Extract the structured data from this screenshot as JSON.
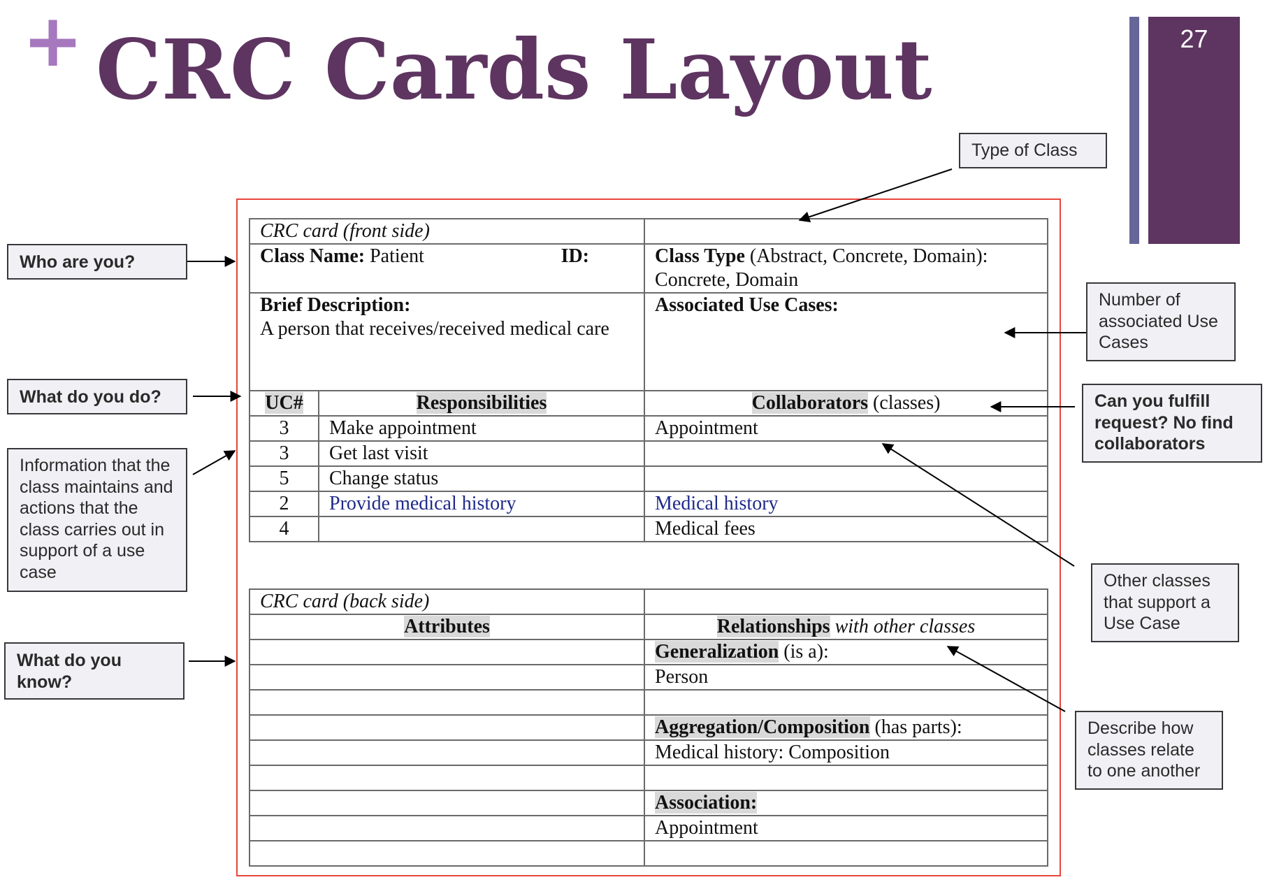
{
  "slide": {
    "plus": "+",
    "title": "CRC Cards Layout",
    "page_number": "27"
  },
  "callouts": {
    "type_of_class": "Type of Class",
    "who_are_you": "Who are you?",
    "what_do_you_do": "What do you do?",
    "information": "Information that the class maintains and actions that the class carries out in support of a  use case",
    "what_do_you_know": "What do you know?",
    "num_use_cases": "Number of associated Use Cases",
    "fulfill_request": "Can you fulfill request? No find collaborators",
    "other_classes": "Other classes that support a Use Case",
    "describe_relate": "Describe how classes relate to one another"
  },
  "front": {
    "side_label": "CRC card (front side)",
    "class_name_label": "Class Name:",
    "class_name_value": " Patient",
    "id_label": "ID:",
    "class_type_label": "Class Type",
    "class_type_options": " (Abstract, Concrete, Domain):",
    "class_type_value": "Concrete, Domain",
    "brief_label": "Brief  Description:",
    "brief_value": "A person that receives/received medical care",
    "assoc_uc_label": "Associated Use Cases:",
    "headers": {
      "uc": "UC#",
      "resp": "Responsibilities",
      "collab": "Collaborators",
      "collab_suffix": " (classes)"
    },
    "rows": [
      {
        "uc": "3",
        "resp": "Make appointment",
        "collab": "Appointment"
      },
      {
        "uc": "3",
        "resp": "Get last visit",
        "collab": ""
      },
      {
        "uc": "5",
        "resp": "Change status",
        "collab": ""
      },
      {
        "uc": "2",
        "resp": "Provide medical history",
        "collab": "Medical history"
      },
      {
        "uc": "4",
        "resp": "",
        "collab": "Medical fees"
      }
    ]
  },
  "back": {
    "side_label": "CRC card (back side)",
    "attributes_header": "Attributes",
    "relationships_header": "Relationships",
    "relationships_suffix": " with other classes",
    "generalization_label": "Generalization",
    "generalization_suffix": " (is a):",
    "generalization_value": "Person",
    "aggregation_label": "Aggregation/Composition",
    "aggregation_suffix": " (has parts):",
    "aggregation_value": "Medical history: Composition",
    "association_label": "Association:",
    "association_value": "Appointment"
  },
  "colors": {
    "title": "#5e3461",
    "plus": "#a678be",
    "side_stripe": "#666699",
    "side_block": "#5e3461",
    "card_border": "#e8453c",
    "link_text": "#1f2a8a",
    "callout_bg": "#f1f0f4"
  }
}
